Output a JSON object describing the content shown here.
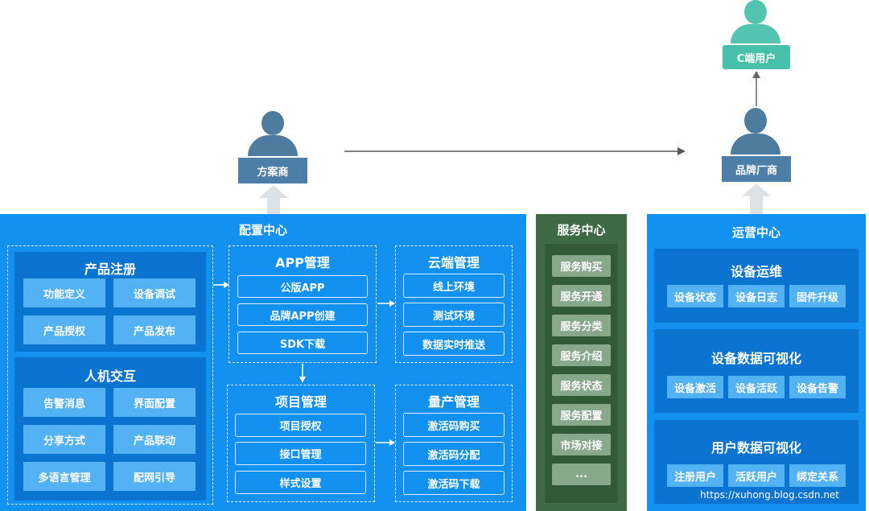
{
  "roles": {
    "c_user": "C端用户",
    "solution_provider": "方案商",
    "brand_vendor": "品牌厂商"
  },
  "config_center": {
    "title": "配置中心",
    "product_register": {
      "title": "产品注册",
      "items": [
        "功能定义",
        "设备调试",
        "产品授权",
        "产品发布"
      ]
    },
    "hmi": {
      "title": "人机交互",
      "items": [
        "告警消息",
        "界面配置",
        "分享方式",
        "产品联动",
        "多语言管理",
        "配网引导"
      ]
    },
    "app_mgmt": {
      "title": "APP管理",
      "items": [
        "公版APP",
        "品牌APP创建",
        "SDK下载"
      ]
    },
    "cloud_mgmt": {
      "title": "云端管理",
      "items": [
        "线上环境",
        "测试环境",
        "数据实时推送"
      ]
    },
    "project_mgmt": {
      "title": "项目管理",
      "items": [
        "项目授权",
        "接口管理",
        "样式设置"
      ]
    },
    "mass_production": {
      "title": "量产管理",
      "items": [
        "激活码购买",
        "激活码分配",
        "激活码下载"
      ]
    }
  },
  "service_center": {
    "title": "服务中心",
    "items": [
      "服务购买",
      "服务开通",
      "服务分类",
      "服务介绍",
      "服务状态",
      "服务配置",
      "市场对接",
      "..."
    ]
  },
  "ops_center": {
    "title": "运营中心",
    "device_ops": {
      "title": "设备运维",
      "items": [
        "设备状态",
        "设备日志",
        "固件升级"
      ]
    },
    "device_viz": {
      "title": "设备数据可视化",
      "items": [
        "设备激活",
        "设备活跃",
        "设备告警"
      ]
    },
    "user_viz": {
      "title": "用户数据可视化",
      "items": [
        "注册用户",
        "活跃用户",
        "绑定关系"
      ]
    }
  },
  "watermark": "https://xuhong.blog.csdn.net",
  "colors": {
    "panel_blue": "#1291f0",
    "service_green": "#3f6a46",
    "person_blue": "#4d7c9f",
    "person_cyan": "#53c4b0"
  }
}
